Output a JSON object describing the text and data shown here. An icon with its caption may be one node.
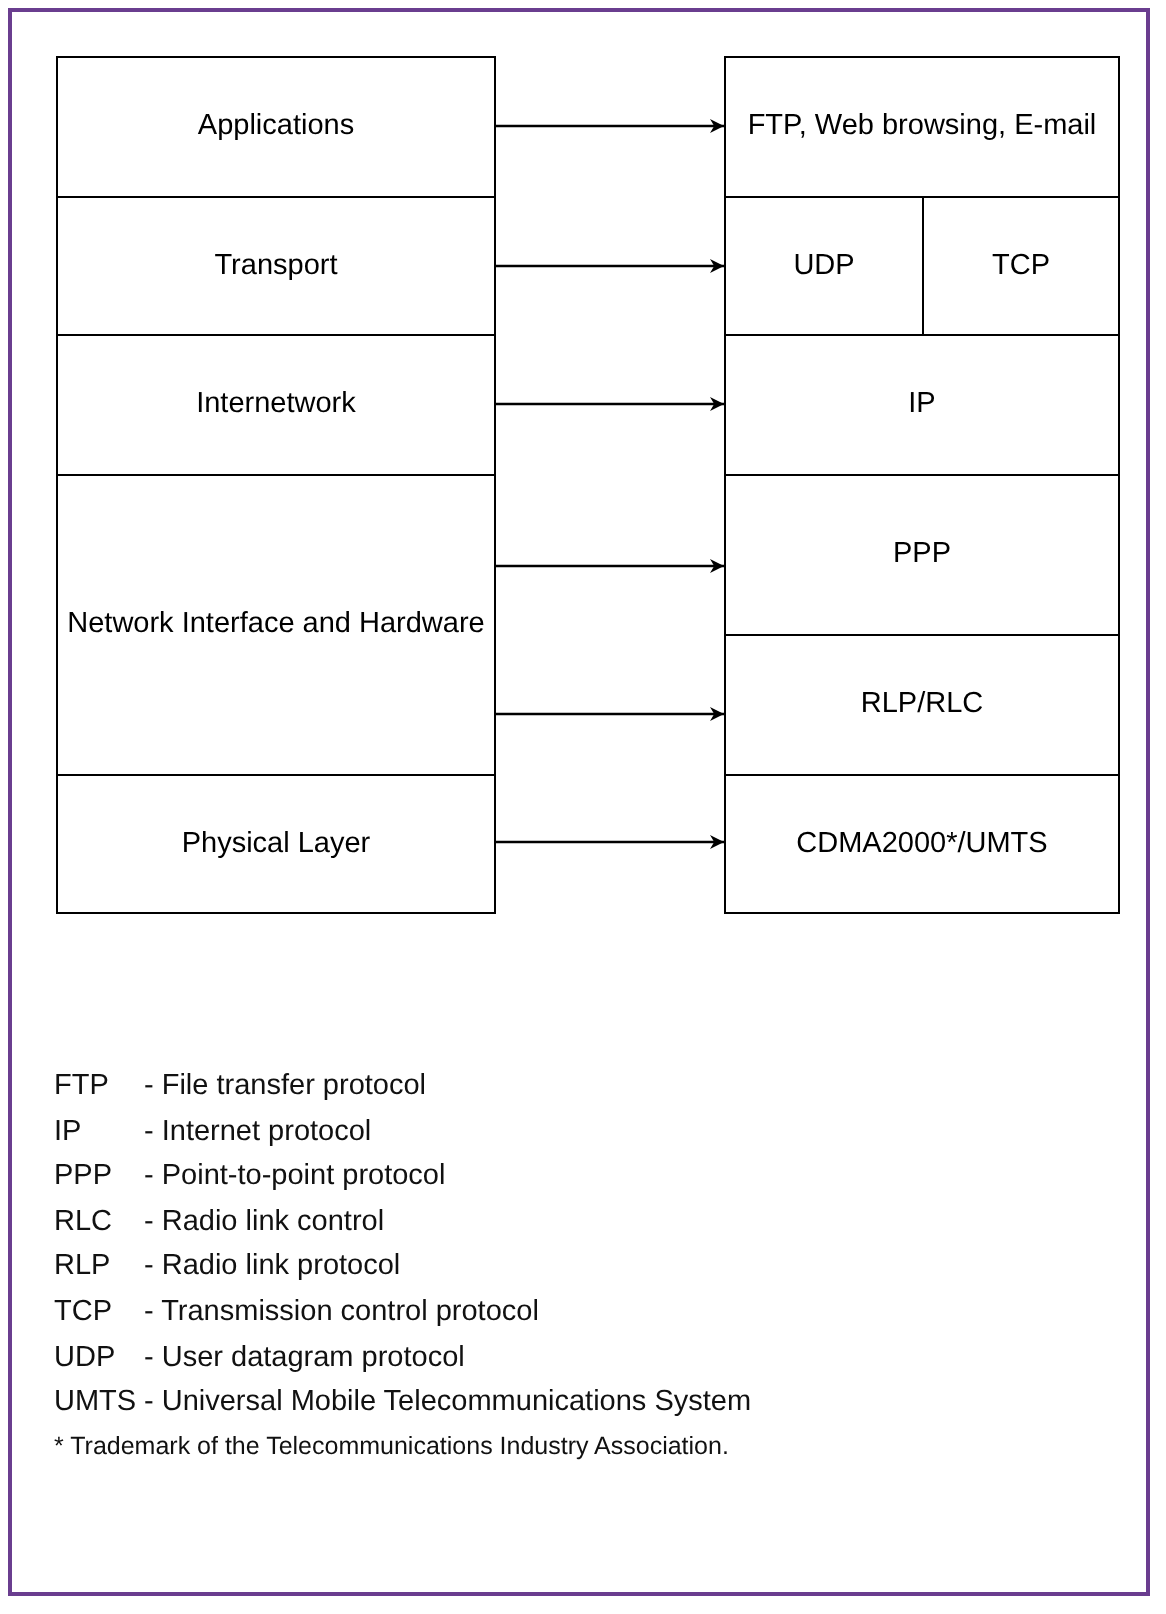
{
  "diagram": {
    "nodes": [
      {
        "text": [
          "Applications"
        ]
      },
      {
        "text": [
          "Transport"
        ]
      },
      {
        "text": [
          "Internetwork"
        ]
      },
      {
        "text": [
          "Network Interface and Hardware"
        ]
      },
      {
        "text": [
          "Physical Layer"
        ]
      },
      {
        "text": [
          "FTP, Web browsing, E-mail"
        ]
      },
      {
        "text": [
          "UDP"
        ]
      },
      {
        "text": [
          "TCP"
        ]
      },
      {
        "text": [
          "IP"
        ]
      },
      {
        "text": [
          "PPP"
        ]
      },
      {
        "text": [
          "RLP/RLC"
        ]
      },
      {
        "text": [
          "CDMA2000*/UMTS"
        ]
      }
    ],
    "edges": [
      {
        "from": 0,
        "to": 5,
        "arrow": "to"
      },
      {
        "from": 1,
        "to": 6,
        "arrow": "to"
      },
      {
        "from": 2,
        "to": 8,
        "arrow": "to"
      },
      {
        "from": 3,
        "to": 9,
        "arrow": "to"
      },
      {
        "from": 3,
        "to": 10,
        "arrow": "to"
      },
      {
        "from": 4,
        "to": 11,
        "arrow": "to"
      }
    ],
    "labels": [
      "FTP",
      "- File transfer protocol",
      "IP",
      "- Internet protocol",
      "PPP",
      "- Point-to-point protocol",
      "RLC",
      "- Radio link control",
      "RLP",
      "- Radio link protocol",
      "TCP",
      "- Transmission control protocol",
      "UDP",
      "- User datagram protocol",
      "UMTS",
      "- Universal Mobile Telecommunications System",
      "* Trademark of the Telecommunications Industry Association."
    ]
  }
}
